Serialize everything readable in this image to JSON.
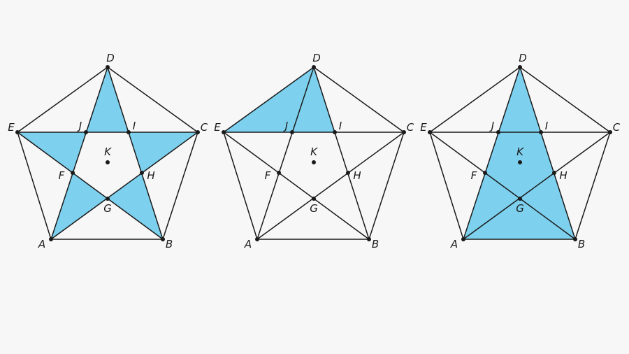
{
  "colors": {
    "shade": "#7dd0ee",
    "line": "#1a1a1a",
    "background": "#f7f7f7"
  },
  "points": [
    "A",
    "B",
    "C",
    "D",
    "E",
    "F",
    "G",
    "H",
    "I",
    "J",
    "K"
  ],
  "segments": [
    [
      "A",
      "B"
    ],
    [
      "B",
      "C"
    ],
    [
      "C",
      "D"
    ],
    [
      "D",
      "E"
    ],
    [
      "E",
      "A"
    ],
    [
      "A",
      "D"
    ],
    [
      "B",
      "E"
    ],
    [
      "C",
      "A"
    ],
    [
      "D",
      "B"
    ],
    [
      "E",
      "C"
    ]
  ],
  "figures": [
    {
      "id": "figure-1",
      "shaded_regions": [
        [
          "D",
          "J",
          "I"
        ],
        [
          "E",
          "J",
          "F"
        ],
        [
          "C",
          "H",
          "I"
        ],
        [
          "A",
          "F",
          "G"
        ],
        [
          "B",
          "G",
          "H"
        ]
      ]
    },
    {
      "id": "figure-2",
      "shaded_regions": [
        [
          "E",
          "D",
          "I"
        ]
      ]
    },
    {
      "id": "figure-3",
      "shaded_regions": [
        [
          "A",
          "B",
          "I",
          "D",
          "J"
        ]
      ]
    }
  ]
}
